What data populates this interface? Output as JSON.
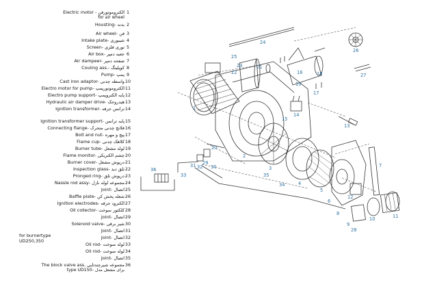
{
  "legend": [
    {
      "num": "1",
      "text": "Electric motor - الکتروموتورفن",
      "sub": "for air wheel"
    },
    {
      "num": "2",
      "text": "Housting- بدنه"
    },
    {
      "num": "3",
      "text": "Air wheel- فن"
    },
    {
      "num": "4",
      "text": "Intake plate- شیبوری"
    },
    {
      "num": "5",
      "text": "Screen- توری فلزی"
    },
    {
      "num": "6",
      "text": "Air box- جعبه دمپر"
    },
    {
      "num": "7",
      "text": "Air dampeer- صفحه دمپر"
    },
    {
      "num": "8",
      "text": "Couling ass.- کوپلینگ"
    },
    {
      "num": "9",
      "text": "Pump- پمپ"
    },
    {
      "num": "10",
      "text": "Cast iron adaptor- واسطه چدنی"
    },
    {
      "num": "11",
      "text": "Electro motor for pump- الکتروموتورپمپ"
    },
    {
      "num": "12",
      "text": "Electro pump support- پایه الکتروپمپ"
    },
    {
      "num": "13",
      "text": "Hydraulic air damper drive- هیدروجک"
    },
    {
      "num": "14",
      "text": "Ignition transformer- ترانس جرقه"
    },
    {
      "num": "15",
      "text": "Ignition transformer support- پایه ترانس"
    },
    {
      "num": "16",
      "text": "Connecting flange- فلانچ چدنی متحرک"
    },
    {
      "num": "17",
      "text": "Bolt and nut- پیچ و مهره"
    },
    {
      "num": "18",
      "text": "Flame cup- کلاهک چدنی"
    },
    {
      "num": "19",
      "text": "Burner tube- لوله مشعل"
    },
    {
      "num": "20",
      "text": "Flame monitor- چشم الکتریکی"
    },
    {
      "num": "21",
      "text": "Burner cover- درپوش مشعل"
    },
    {
      "num": "22",
      "text": "Inspection glass- تلق دید"
    },
    {
      "num": "23",
      "text": "Pronged ring- درپوش تلق"
    },
    {
      "num": "24",
      "text": "Nassle rod assy- مجموعه لوله نازل"
    },
    {
      "num": "25",
      "text": "Joint- اتصال"
    },
    {
      "num": "26",
      "text": "Baffle plate- شعله پخش کن"
    },
    {
      "num": "27",
      "text": "Ignition electrodes- الکترود جرقه"
    },
    {
      "num": "28",
      "text": "Oil collector- کلکتور سوخت"
    },
    {
      "num": "29",
      "text": "Joint- اتصال"
    },
    {
      "num": "30",
      "text": "Solenoid valve- شیر برقی"
    },
    {
      "num": "31",
      "text": "Joint- اتصال"
    },
    {
      "num": "32",
      "text": "Joint- اتصال"
    },
    {
      "num": "33",
      "text": "Oil rod- لوله سوخت"
    },
    {
      "num": "34",
      "text": "Oil rod- لوله سوخت"
    },
    {
      "num": "35",
      "text": "Joint- اتصال"
    },
    {
      "num": "36",
      "text": "The block valve ass. مجموعه شیرچندتایی",
      "sub": "type UD150- برای مشعل مدل"
    }
  ],
  "group_note": {
    "line1": "for burnertype",
    "line2": "UD250,350"
  },
  "callouts": [
    "1",
    "2",
    "3",
    "4",
    "5",
    "6",
    "7",
    "8",
    "9",
    "10",
    "11",
    "12",
    "13",
    "14",
    "15",
    "16",
    "17",
    "18",
    "19",
    "20",
    "21",
    "22",
    "23",
    "24",
    "25",
    "26",
    "27",
    "28",
    "29",
    "30",
    "31",
    "32",
    "33",
    "34",
    "35",
    "36"
  ]
}
